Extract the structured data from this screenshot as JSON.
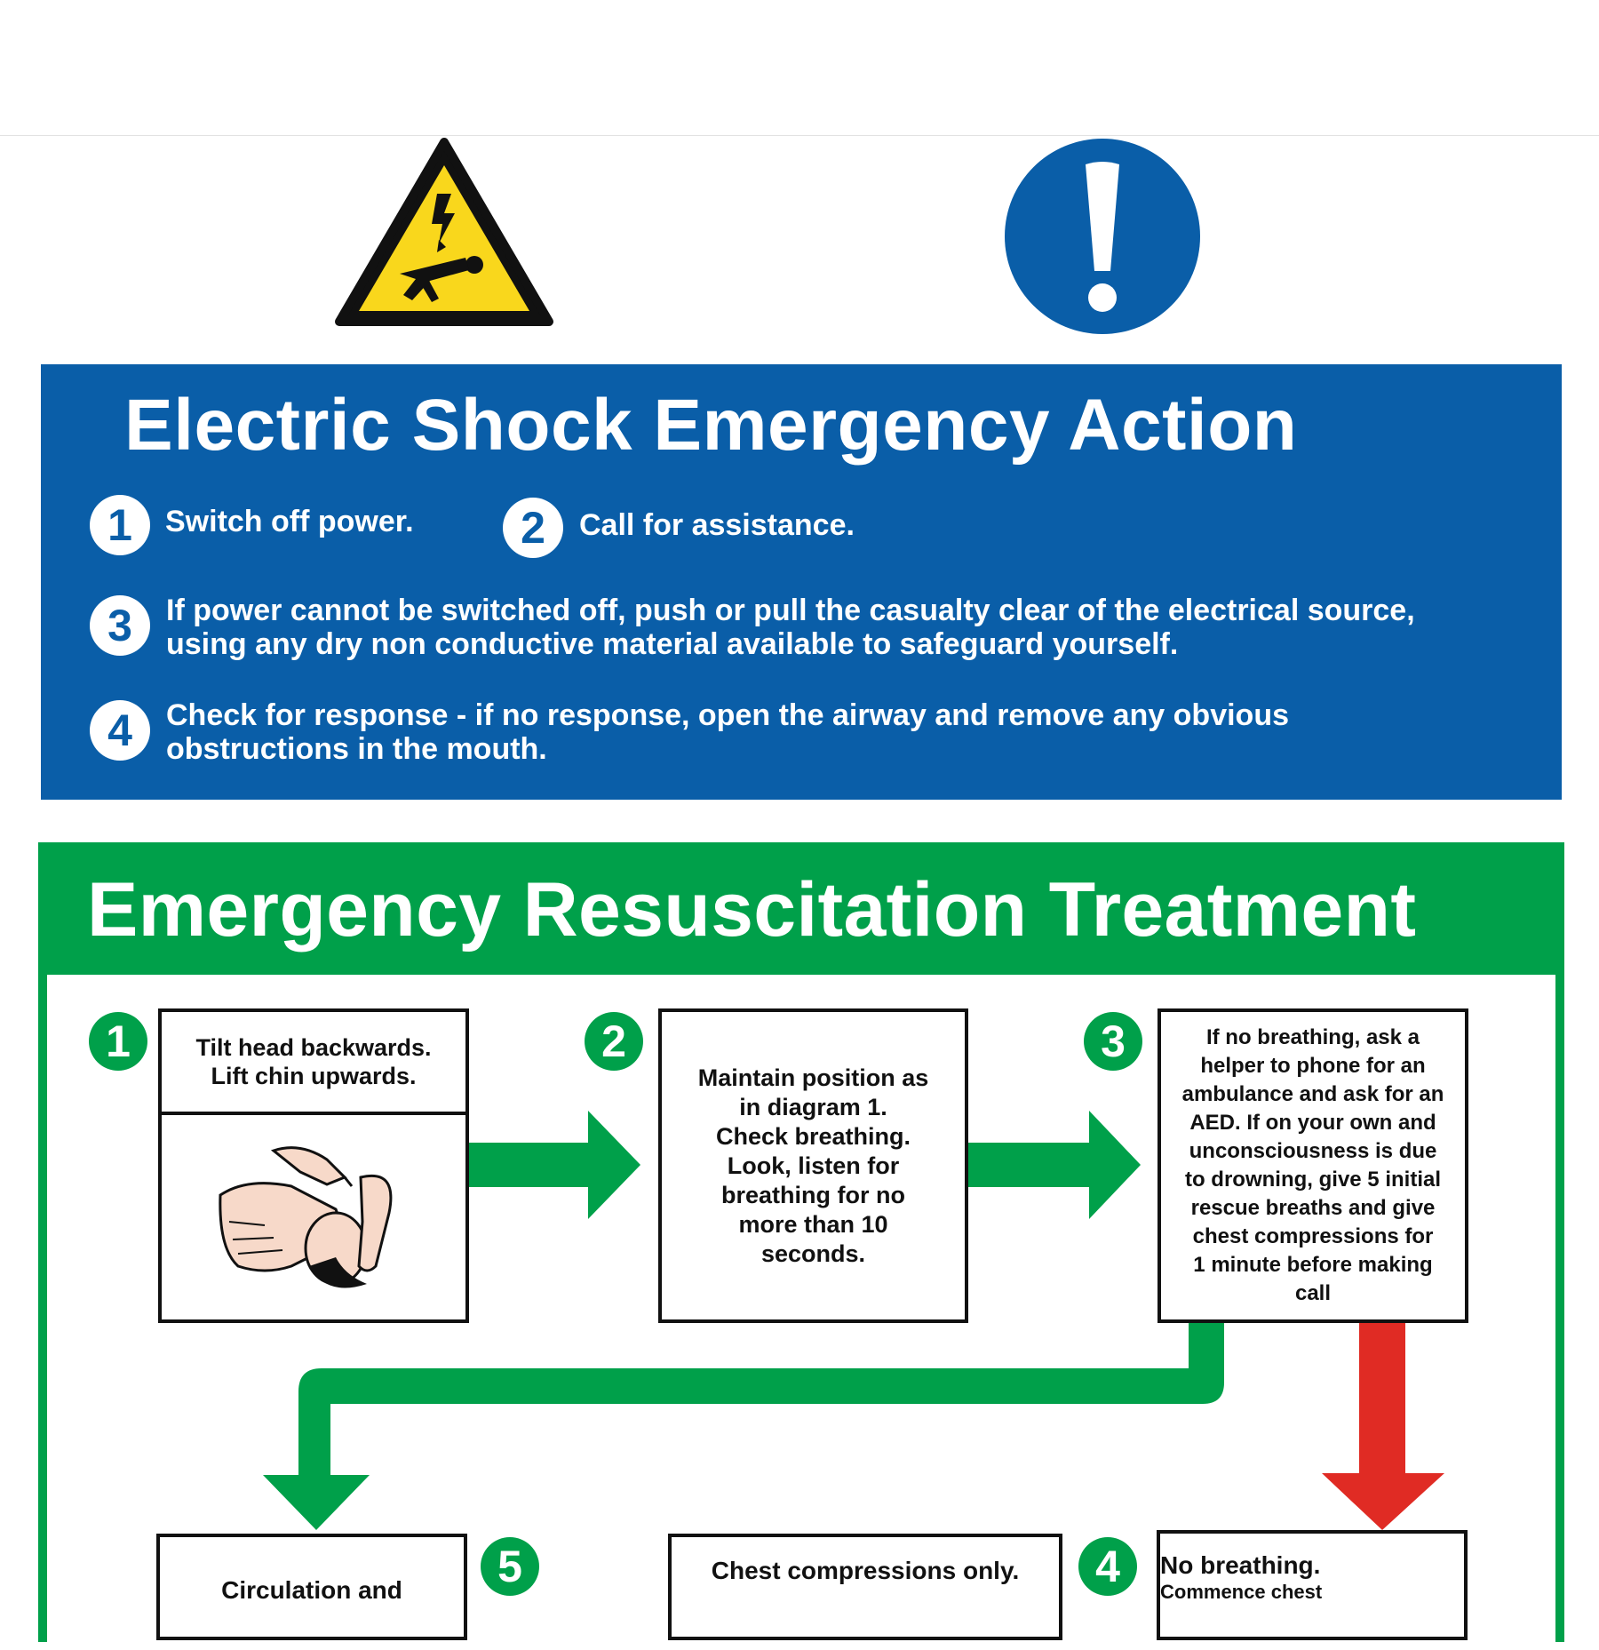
{
  "electric_section": {
    "title": "Electric Shock Emergency Action",
    "steps": [
      {
        "num": "1",
        "text": "Switch off power."
      },
      {
        "num": "2",
        "text": "Call for assistance."
      },
      {
        "num": "3",
        "line1": "If power cannot be switched off, push or pull the casualty clear of the electrical source,",
        "line2": "using any dry non conductive material available to safeguard yourself."
      },
      {
        "num": "4",
        "line1": "Check for response - if no response, open the airway and remove any obvious",
        "line2": "obstructions in the mouth."
      }
    ]
  },
  "icons": {
    "warning": "electric-shock-warning-icon",
    "mandatory": "exclamation-mandatory-icon"
  },
  "colors": {
    "blue": "#0a5ea8",
    "green": "#00a04a",
    "red": "#e02b24",
    "yellow": "#f9d71c"
  },
  "resus_section": {
    "title": "Emergency Resuscitation Treatment",
    "step1": {
      "num": "1",
      "line1": "Tilt head backwards.",
      "line2": "Lift chin upwards."
    },
    "step2": {
      "num": "2",
      "lines": [
        "Maintain position as",
        "in diagram 1.",
        "Check breathing.",
        "Look, listen for",
        "breathing for no",
        "more than 10",
        "seconds."
      ]
    },
    "step3": {
      "num": "3",
      "lines": [
        "If no breathing, ask a",
        "helper to phone for an",
        "ambulance and ask for an",
        "AED. If on your own and",
        "unconsciousness is due",
        "to drowning, give 5 initial",
        "rescue breaths and give",
        "chest compressions for",
        "1 minute before making",
        "call"
      ]
    },
    "step4": {
      "num": "4",
      "line1": "No breathing.",
      "line2": "Commence chest"
    },
    "step5": {
      "num": "5",
      "text": "Circulation and"
    },
    "chest_box": {
      "text": "Chest compressions only."
    }
  }
}
